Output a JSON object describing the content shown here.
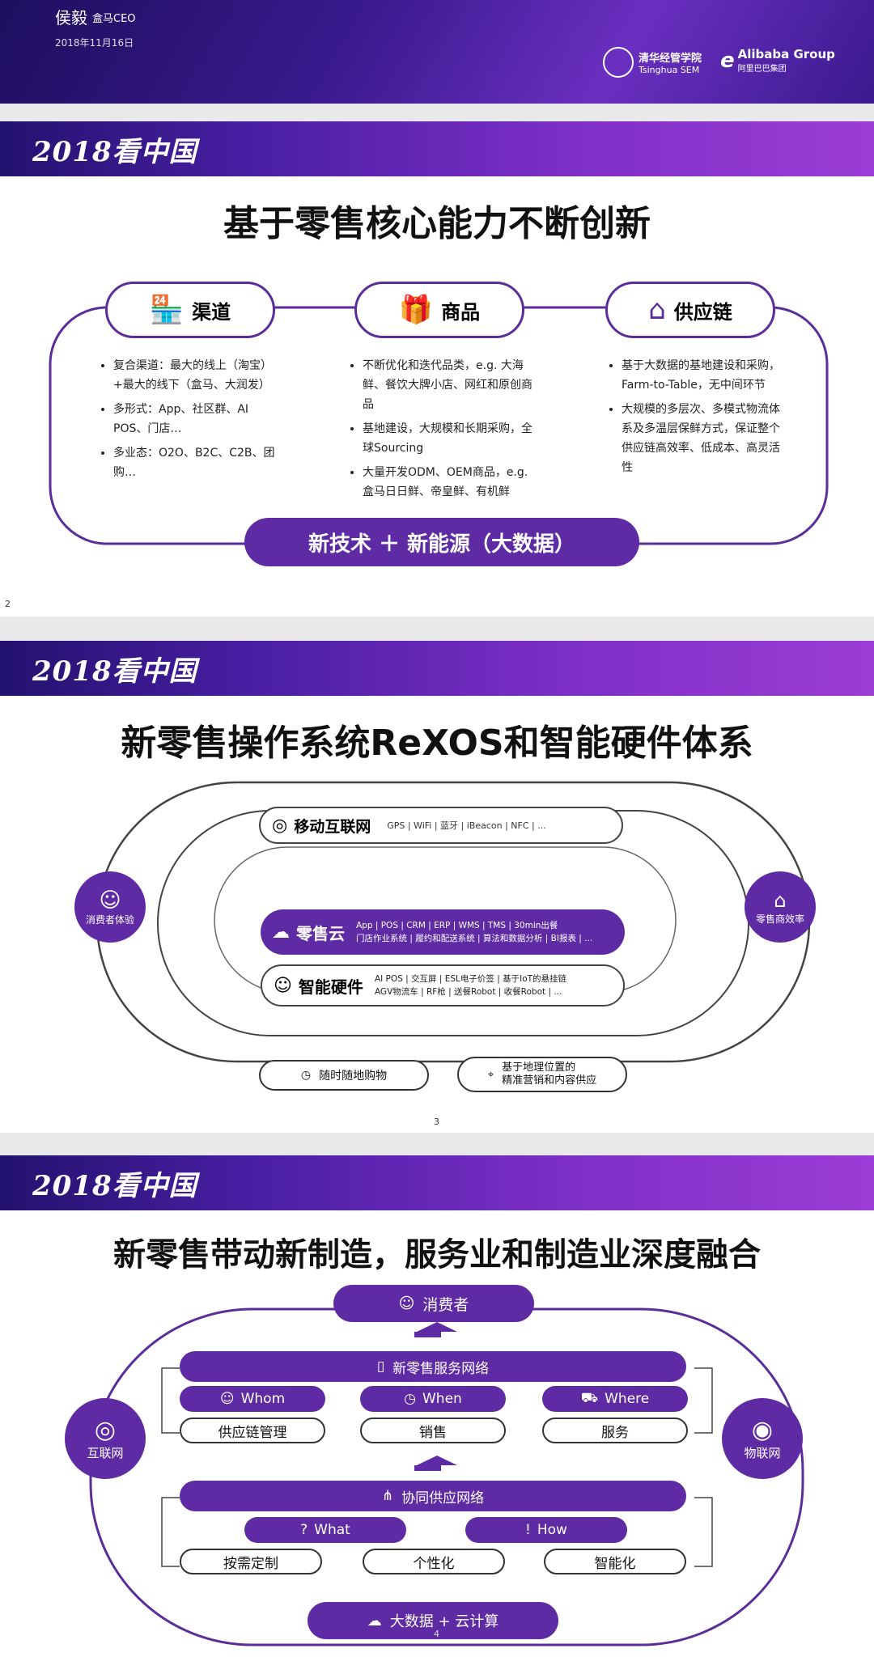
{
  "top_banner": {
    "speaker_name": "侯毅",
    "speaker_role": "盒马CEO",
    "date": "2018年11月16日",
    "logo1": "清华经管学院",
    "logo1_sub": "Tsinghua SEM",
    "logo2": "Alibaba Group",
    "logo2_sub": "阿里巴巴集团"
  },
  "brand": "2018看中国",
  "slide2": {
    "title": "基于零售核心能力不断创新",
    "categories": [
      {
        "label": "渠道",
        "icon": "store-icon",
        "bullets": [
          "复合渠道：最大的线上（淘宝）+最大的线下（盒马、大润发）",
          "多形式：App、社区群、AI POS、门店…",
          "多业态：O2O、B2C、C2B、团购…"
        ]
      },
      {
        "label": "商品",
        "icon": "gift-icon",
        "bullets": [
          "不断优化和迭代品类，e.g. 大海鲜、餐饮大牌小店、网红和原创商品",
          "基地建设，大规模和长期采购，全球Sourcing",
          "大量开发ODM、OEM商品，e.g. 盒马日日鲜、帝皇鲜、有机鲜"
        ]
      },
      {
        "label": "供应链",
        "icon": "warehouse-icon",
        "bullets": [
          "基于大数据的基地建设和采购，Farm-to-Table，无中间环节",
          "大规模的多层次、多模式物流体系及多温层保鲜方式，保证整个供应链高效率、低成本、高灵活性"
        ]
      }
    ],
    "bottom_pill": "新技术 ＋ 新能源（大数据）",
    "page_num": "2"
  },
  "slide3": {
    "title": "新零售操作系统ReXOS和智能硬件体系",
    "mobile_label": "移动互联网",
    "mobile_detail": "GPS | WiFi | 蓝牙 | iBeacon | NFC | ...",
    "cloud_label": "零售云",
    "cloud_detail1": "App | POS | CRM | ERP | WMS | TMS | 30min出餐",
    "cloud_detail2": "门店作业系统 | 履约和配送系统 | 算法和数据分析 | BI报表 | ...",
    "hw_label": "智能硬件",
    "hw_detail1": "AI POS | 交互屏 | ESL电子价签 | 基于IoT的悬挂链",
    "hw_detail2": "AGV物流车 | RF枪 | 送餐Robot | 收餐Robot | ...",
    "left_circle": "消费者体验",
    "right_circle": "零售商效率",
    "bottom_left": "随时随地购物",
    "bottom_right_1": "基于地理位置的",
    "bottom_right_2": "精准营销和内容供应",
    "page_num": "3"
  },
  "slide4": {
    "title": "新零售带动新制造，服务业和制造业深度融合",
    "consumer": "消费者",
    "service_network": "新零售服务网络",
    "whom": "Whom",
    "when": "When",
    "where": "Where",
    "supply_mgmt": "供应链管理",
    "sales": "销售",
    "service": "服务",
    "left_circle": "互联网",
    "right_circle": "物联网",
    "coop_network": "协同供应网络",
    "what": "What",
    "how": "How",
    "custom": "按需定制",
    "personal": "个性化",
    "smart": "智能化",
    "bigdata": "大数据 + 云计算",
    "page_num": "4"
  },
  "colors": {
    "purple": "#5f2ba4",
    "header_dark": "#23126e",
    "header_light": "#9b3dd6"
  }
}
